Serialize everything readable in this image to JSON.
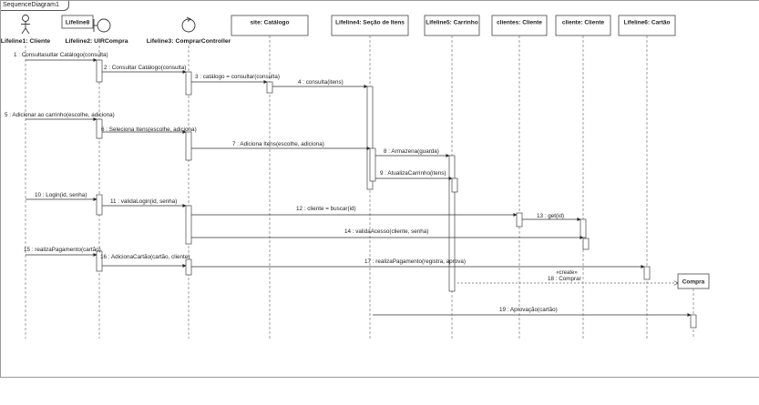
{
  "diagram": {
    "frame_title": "SequenceDiagram1",
    "lifelines": [
      {
        "id": "L1",
        "label": "Lifeline1: Cliente",
        "kind": "actor"
      },
      {
        "id": "L2",
        "label": "Lifeline2: UIRCompra",
        "kind": "boundary",
        "box_label": "Lifeline8"
      },
      {
        "id": "L3",
        "label": "Lifeline3: ComprarController",
        "kind": "control"
      },
      {
        "id": "L4",
        "label": "site: Catálogo",
        "kind": "object"
      },
      {
        "id": "L5",
        "label": "Lifeline4: Seção de Itens",
        "kind": "object"
      },
      {
        "id": "L6",
        "label": "Lifeline5: Carrinho",
        "kind": "object"
      },
      {
        "id": "L7",
        "label": "clientes: Cliente",
        "kind": "object"
      },
      {
        "id": "L8",
        "label": "cliente: Cliente",
        "kind": "object"
      },
      {
        "id": "L9",
        "label": "Lifeline6: Cartão",
        "kind": "object"
      },
      {
        "id": "L10",
        "label": "Compra",
        "kind": "created"
      }
    ],
    "messages": [
      {
        "label": "1 : Consultasultar Catálogo(consulta)",
        "from": "L1",
        "to": "L2"
      },
      {
        "label": "2 : Consultar Catálogo(consulta)",
        "from": "L2",
        "to": "L3"
      },
      {
        "label": "3 : catálogo = consultar(consulta)",
        "from": "L3",
        "to": "L4"
      },
      {
        "label": "4 : consulta(itens)",
        "from": "L4",
        "to": "L5"
      },
      {
        "label": "5 : Adicionar ao carrinho(escolhe, adiciona)",
        "from": "L1",
        "to": "L2"
      },
      {
        "label": "6 : Seleciona Itens(escolhe, adiciona)",
        "from": "L2",
        "to": "L3"
      },
      {
        "label": "7 : Adiciona Itens(escolhe, adiciona)",
        "from": "L3",
        "to": "L5"
      },
      {
        "label": "8 : Armazena(guarda)",
        "from": "L5",
        "to": "L6"
      },
      {
        "label": "9 : AtualizaCarrinho(itens)",
        "from": "L5",
        "to": "L6"
      },
      {
        "label": "10 : Login(id, senha)",
        "from": "L1",
        "to": "L2"
      },
      {
        "label": "11 : validaLogin(id, senha)",
        "from": "L2",
        "to": "L3"
      },
      {
        "label": "12 : cliente = buscar(id)",
        "from": "L3",
        "to": "L7"
      },
      {
        "label": "13 : get(id)",
        "from": "L7",
        "to": "L8"
      },
      {
        "label": "14 : validaAcesso(cliente, senha)",
        "from": "L3",
        "to": "L8"
      },
      {
        "label": "15 : realizaPagamento(cartão)",
        "from": "L1",
        "to": "L2"
      },
      {
        "label": "16 : AdicionaCartão(cartão, cliente)",
        "from": "L2",
        "to": "L3"
      },
      {
        "label": "17 : realizaPagamento(registra, aprova)",
        "from": "L3",
        "to": "L9"
      },
      {
        "label": "18 : Comprar",
        "from": "L6",
        "to": "L10",
        "stereotype": "«create»"
      },
      {
        "label": "19 : Aprovação(cartão)",
        "from": "L5",
        "to": "L10"
      }
    ]
  }
}
